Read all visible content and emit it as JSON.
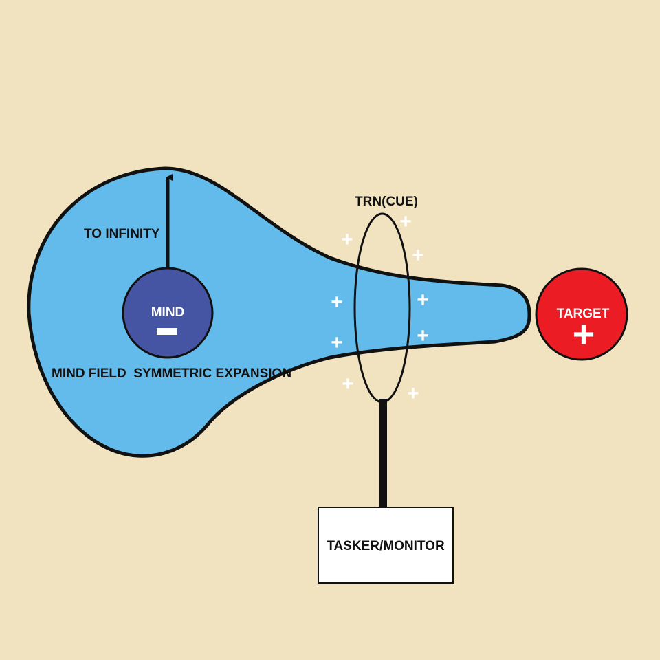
{
  "labels": {
    "to_infinity": "TO INFINITY",
    "mind": "MIND",
    "mind_sign": "−",
    "field_caption": "MIND FIELD  SYMMETRIC EXPANSION",
    "trn_cue": "TRN(CUE)",
    "target": "TARGET",
    "target_sign": "+",
    "tasker_monitor": "TASKER/MONITOR"
  },
  "charge_glyph": "+",
  "colors": {
    "background": "#f1e3c0",
    "field": "#62bbeb",
    "mind": "#4555a4",
    "target": "#ec1c24",
    "box": "#ffffff",
    "outline": "#111111"
  }
}
